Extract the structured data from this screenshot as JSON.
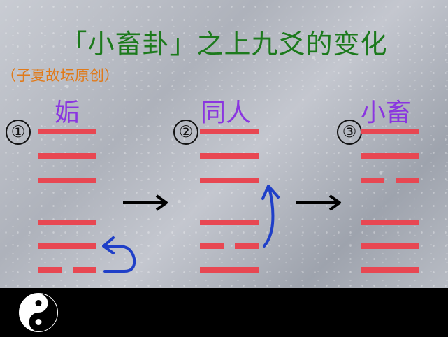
{
  "title": "「小畜卦」之上九爻的变化",
  "subtitle": "（子夏故坛原创）",
  "hexagrams": [
    {
      "number": "①",
      "name": "姤",
      "lines_top_to_bottom": [
        "yang",
        "yang",
        "yang",
        "yang",
        "yang",
        "yin"
      ]
    },
    {
      "number": "②",
      "name": "同人",
      "lines_top_to_bottom": [
        "yang",
        "yang",
        "yang",
        "yang",
        "yin",
        "yang"
      ]
    },
    {
      "number": "③",
      "name": "小畜",
      "lines_top_to_bottom": [
        "yang",
        "yang",
        "yin",
        "yang",
        "yang",
        "yang"
      ]
    }
  ],
  "colors": {
    "title": "#1c7a1c",
    "subtitle": "#e07a1a",
    "hexagram_name": "#8a35e0",
    "line": "#e84752",
    "curve_arrow": "#1f3fc8",
    "arrow": "#000000"
  },
  "icons": [
    "circle-number-icon",
    "right-arrow-icon",
    "curved-arrow-icon",
    "yin-yang-icon"
  ]
}
